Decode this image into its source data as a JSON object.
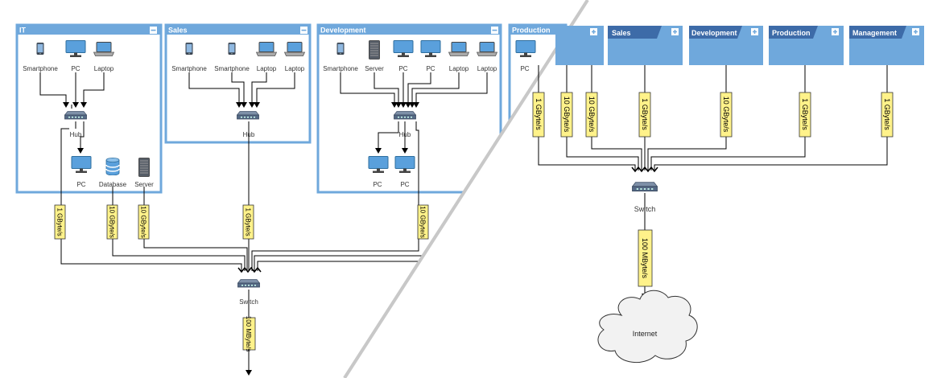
{
  "left": {
    "groups": {
      "it": {
        "title": "IT",
        "devices": [
          "Smartphone",
          "PC",
          "Laptop"
        ],
        "hub": "Hub",
        "sub_devices": [
          "PC",
          "Database",
          "Server"
        ]
      },
      "sales": {
        "title": "Sales",
        "devices": [
          "Smartphone",
          "Smartphone",
          "Laptop",
          "Laptop"
        ],
        "hub": "Hub"
      },
      "development": {
        "title": "Development",
        "devices": [
          "Smartphone",
          "Server",
          "PC",
          "PC",
          "Laptop",
          "Laptop"
        ],
        "hub": "Hub",
        "sub_devices": [
          "PC",
          "PC"
        ]
      },
      "production": {
        "title": "Production",
        "devices": [
          "PC"
        ]
      }
    },
    "links": [
      "1 GByte/s",
      "10 GByte/s",
      "10 GByte/s",
      "1 GByte/s",
      "10 GByte/s"
    ],
    "switch": "Switch",
    "uplink": "100 MByte/s"
  },
  "right": {
    "groups": [
      "Sales",
      "Development",
      "Production",
      "Management"
    ],
    "links": [
      "1 GByte/s",
      "10 GByte/s",
      "10 GByte/s",
      "1 GByte/s",
      "10 GByte/s",
      "1 GByte/s",
      "1 GByte/s"
    ],
    "switch": "Switch",
    "uplink": "100 MByte/s",
    "cloud": "Internet"
  },
  "colors": {
    "panel_blue": "#6fa8dc",
    "header_blue": "#5b9bd5",
    "dark_tab": "#3d6ba8",
    "link_label_fill": "#fff28a",
    "divider": "#c8c8c8",
    "cloud_fill": "#f2f2f2"
  },
  "icons": [
    "smartphone-icon",
    "pc-icon",
    "laptop-icon",
    "hub-icon",
    "database-icon",
    "server-icon",
    "switch-icon",
    "cloud-icon",
    "expand-icon",
    "collapse-icon"
  ]
}
